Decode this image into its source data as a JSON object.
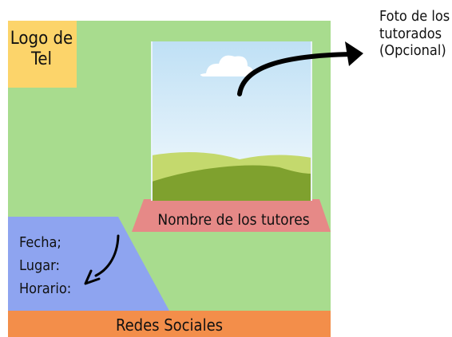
{
  "logo": {
    "line1": "Logo de",
    "line2": "Tel"
  },
  "photo_note": {
    "line1": "Foto de los",
    "line2": "tutorados",
    "line3": "(Opcional)"
  },
  "tutors_banner": {
    "label": "Nombre de los tutores"
  },
  "event_info": {
    "line1": "Fecha;",
    "line2": "Lugar:",
    "line3": "Horario:"
  },
  "footer": {
    "label": "Redes Sociales"
  },
  "colors": {
    "background": "#a8dc8e",
    "logo_box": "#fcd46a",
    "tutors_banner": "#e68987",
    "info_panel": "#8ea4f0",
    "footer": "#f38e4a",
    "sky": "#d7ebf8",
    "hill_light": "#c4d96d",
    "hill_dark": "#7fa12e",
    "arrow": "#000000"
  },
  "icons": [
    "photo-placeholder-icon",
    "arrow-icon"
  ]
}
